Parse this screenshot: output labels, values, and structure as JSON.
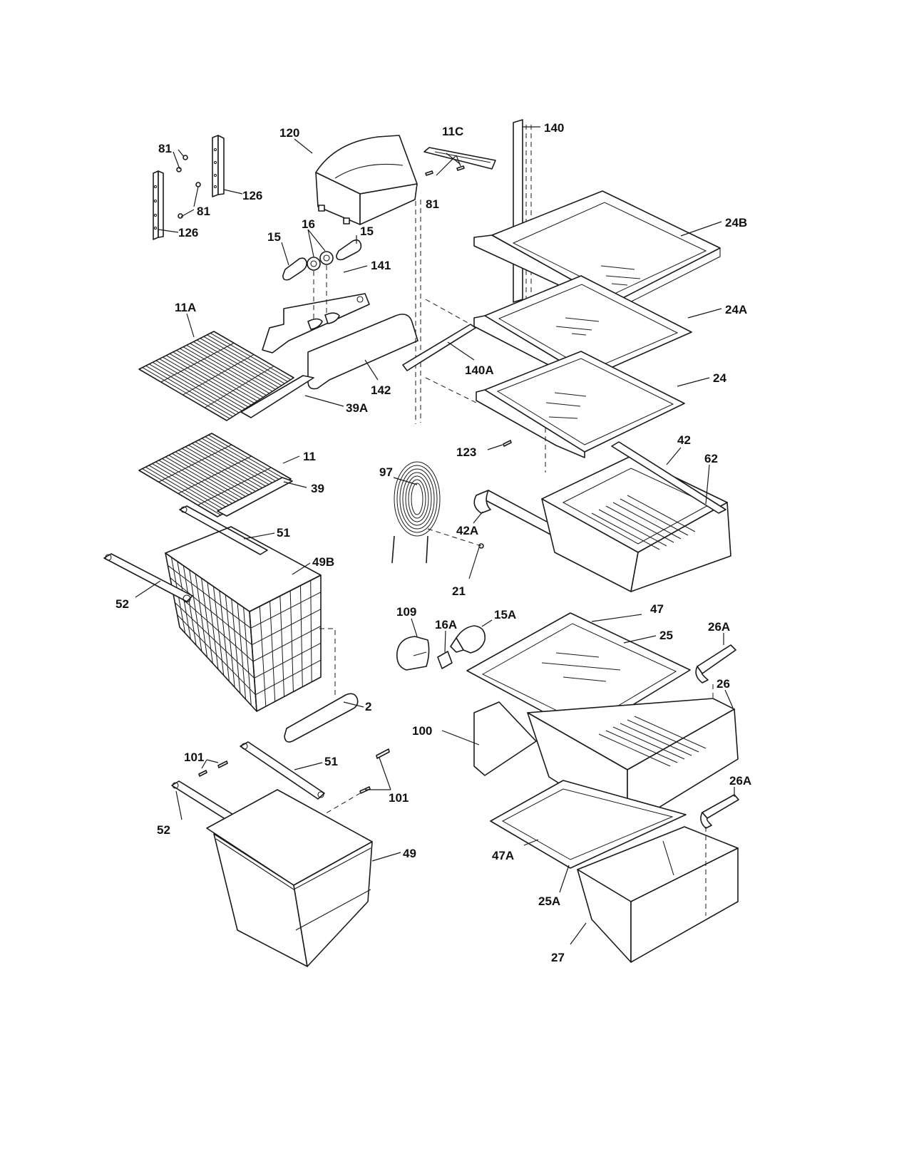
{
  "labels": [
    "120",
    "81",
    "126",
    "81",
    "126",
    "15",
    "16",
    "15",
    "141",
    "11A",
    "142",
    "39A",
    "11",
    "39",
    "51",
    "49B",
    "52",
    "2",
    "101",
    "51",
    "101",
    "52",
    "49",
    "11C",
    "140",
    "81",
    "24B",
    "24A",
    "140A",
    "24",
    "123",
    "42",
    "62",
    "97",
    "42A",
    "21",
    "109",
    "16A",
    "15A",
    "47",
    "25",
    "26A",
    "26",
    "100",
    "26A",
    "47A",
    "25A",
    "27"
  ]
}
